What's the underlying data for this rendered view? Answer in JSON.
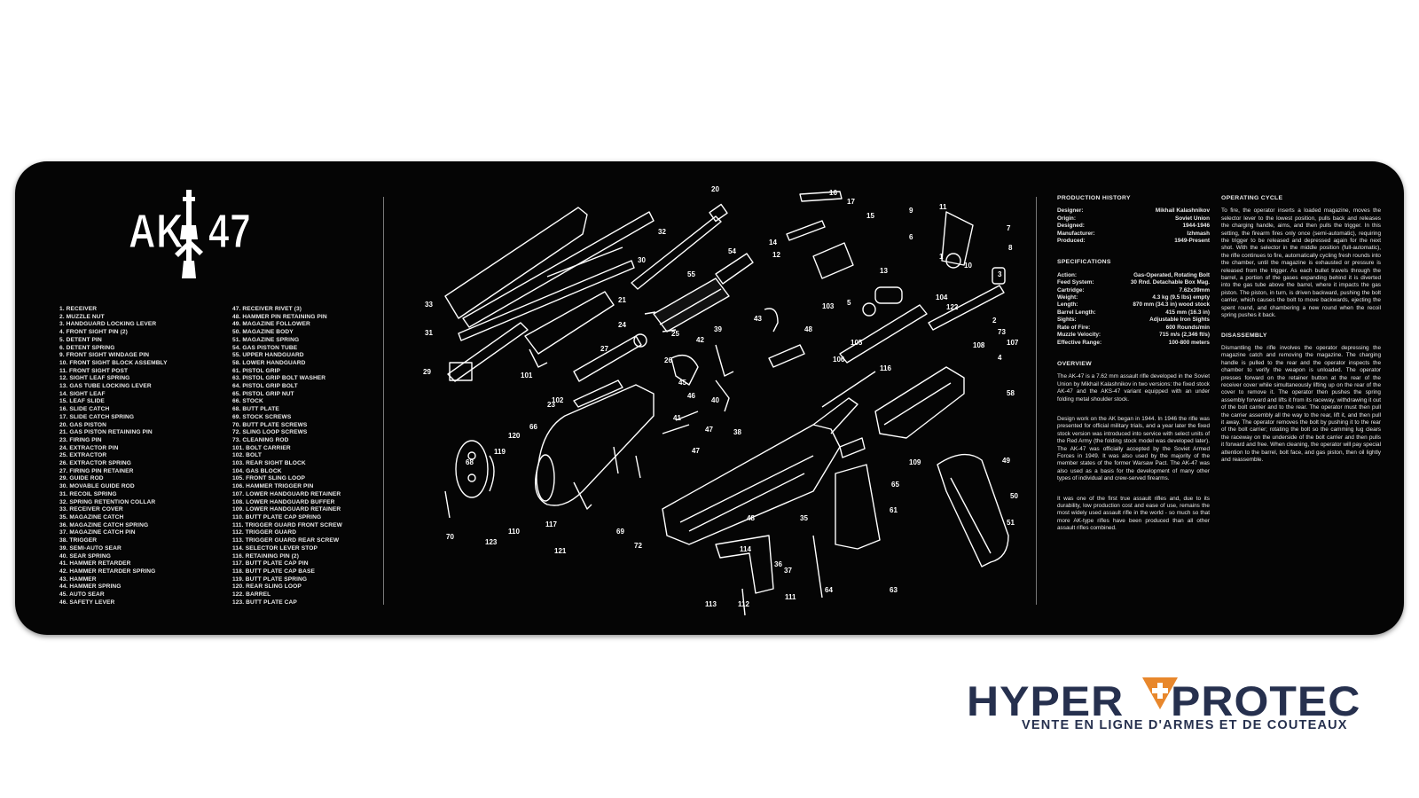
{
  "logo": {
    "left_text": "AK",
    "right_text": "47"
  },
  "parts_left": [
    "1. RECEIVER",
    "2. MUZZLE NUT",
    "3. HANDGUARD LOCKING LEVER",
    "4. FRONT SIGHT PIN (2)",
    "5. DETENT PIN",
    "6. DETENT SPRING",
    "9. FRONT SIGHT WINDAGE PIN",
    "10. FRONT SIGHT BLOCK ASSEMBLY",
    "11. FRONT SIGHT POST",
    "12. SIGHT LEAF SPRING",
    "13. GAS TUBE LOCKING LEVER",
    "14. SIGHT LEAF",
    "15. LEAF SLIDE",
    "16. SLIDE CATCH",
    "17. SLIDE CATCH SPRING",
    "20. GAS PISTON",
    "21. GAS PISTON RETAINING PIN",
    "23. FIRING PIN",
    "24. EXTRACTOR PIN",
    "25. EXTRACTOR",
    "26. EXTRACTOR SPRING",
    "27. FIRING PIN RETAINER",
    "29. GUIDE ROD",
    "30. MOVABLE GUIDE ROD",
    "31. RECOIL SPRING",
    "32. SPRING RETENTION COLLAR",
    "33. RECEIVER COVER",
    "35. MAGAZINE CATCH",
    "36. MAGAZINE CATCH SPRING",
    "37. MAGAZINE CATCH PIN",
    "38. TRIGGER",
    "39. SEMI-AUTO SEAR",
    "40. SEAR SPRING",
    "41. HAMMER RETARDER",
    "42. HAMMER RETARDER SPRING",
    "43. HAMMER",
    "44. HAMMER SPRING",
    "45. AUTO SEAR",
    "46. SAFETY LEVER"
  ],
  "parts_right": [
    "47. RECEIVER RIVET (3)",
    "48. HAMMER PIN RETAINING PIN",
    "49. MAGAZINE FOLLOWER",
    "50. MAGAZINE BODY",
    "51. MAGAZINE SPRING",
    "54. GAS PISTON TUBE",
    "55. UPPER HANDGUARD",
    "58. LOWER HANDGUARD",
    "61. PISTOL GRIP",
    "63. PISTOL GRIP BOLT WASHER",
    "64. PISTOL GRIP BOLT",
    "65. PISTOL GRIP NUT",
    "66. STOCK",
    "68. BUTT PLATE",
    "69. STOCK SCREWS",
    "70. BUTT PLATE SCREWS",
    "72. SLING LOOP SCREWS",
    "73. CLEANING ROD",
    "101. BOLT CARRIER",
    "102. BOLT",
    "103. REAR SIGHT BLOCK",
    "104. GAS BLOCK",
    "105. FRONT SLING LOOP",
    "106. HAMMER TRIGGER PIN",
    "107. LOWER HANDGUARD RETAINER",
    "108. LOWER HANDGUARD BUFFER",
    "109. LOWER HANDGUARD RETAINER",
    "110. BUTT PLATE CAP SPRING",
    "111. TRIGGER GUARD FRONT SCREW",
    "112. TRIGGER GUARD",
    "113. TRIGGER GUARD  REAR SCREW",
    "114. SELECTOR LEVER STOP",
    "116. RETAINING PIN (2)",
    "117. BUTT PLATE CAP PIN",
    "118. BUTT PLATE CAP BASE",
    "119. BUTT PLATE SPRING",
    "120. REAR SLING LOOP",
    "122. BARREL",
    "123. BUTT PLATE CAP"
  ],
  "production_history": {
    "title": "PRODUCTION HISTORY",
    "rows": [
      {
        "label": "Designer:",
        "value": "Mikhail Kalashnikov"
      },
      {
        "label": "Origin:",
        "value": "Soviet Union"
      },
      {
        "label": "Designed:",
        "value": "1944-1946"
      },
      {
        "label": "Manufacturer:",
        "value": "Izhmash"
      },
      {
        "label": "Produced:",
        "value": "1949-Present"
      }
    ]
  },
  "specifications": {
    "title": "SPECIFICATIONS",
    "rows": [
      {
        "label": "Action:",
        "value": "Gas-Operated, Rotating Bolt"
      },
      {
        "label": "Feed System:",
        "value": "30 Rnd. Detachable Box Mag."
      },
      {
        "label": "Cartridge:",
        "value": "7.62x39mm"
      },
      {
        "label": "Weight:",
        "value": "4.3 kg (9.5 lbs) empty"
      },
      {
        "label": "Length:",
        "value": "870 mm (34.3 in) wood stock"
      },
      {
        "label": "Barrel Length:",
        "value": "415 mm (16.3 in)"
      },
      {
        "label": "Sights:",
        "value": "Adjustable Iron Sights"
      },
      {
        "label": "Rate of Fire:",
        "value": "600 Rounds/min"
      },
      {
        "label": "Muzzle Velocity:",
        "value": "715 m/s (2,346 ft/s)"
      },
      {
        "label": "Effective Range:",
        "value": "100-800 meters"
      }
    ]
  },
  "overview": {
    "title": "OVERVIEW",
    "paragraphs": [
      "The AK-47 is a 7.62 mm assault rifle developed in the Soviet Union by Mikhail Kalashnikov in two versions: the fixed stock AK-47 and the AKS-47 variant equipped with an under folding metal shoulder stock.",
      "Design work on the AK began in 1944. In 1946 the rifle was presented for official military trials, and a year later the fixed stock version was introduced into service with select units of the Red Army (the folding stock model was developed later). The AK-47 was officially accepted by the Soviet Armed Forces in 1949. It was also used by the majority of the member states of the former Warsaw Pact. The AK-47 was also used as a basis for the development of many other types of individual and crew-served firearms.",
      "It was one of the first true assault rifles and, due to its durability, low production cost and ease of use, remains the most widely used assault rifle in the world - so much so that more AK-type rifles have been produced than all other assault rifles combined."
    ]
  },
  "operating_cycle": {
    "title": "OPERATING CYCLE",
    "text": "To fire, the operator inserts a loaded magazine, moves the selector lever to the lowest position, pulls back and releases the charging handle, aims, and then pulls the trigger. In this setting, the firearm fires only once (semi-automatic), requiring the trigger to be released and depressed again for the next shot. With the selector in the middle position (full-automatic), the rifle continues to fire, automatically cycling fresh rounds into the chamber, until the magazine is exhausted or pressure is released from the trigger. As each bullet travels through the barrel, a portion of the gases expanding behind it is diverted into the gas tube above the barrel, where it impacts the gas piston. The piston, in turn, is driven backward, pushing the bolt carrier, which causes the bolt to move backwards, ejecting the spent round, and chambering a new round when the recoil spring pushes it back."
  },
  "disassembly": {
    "title": "DISASSEMBLY",
    "text": "Dismantling the rifle involves the operator depressing the magazine catch and removing the magazine. The charging handle is pulled to the rear and the operator inspects the chamber to verify the weapon is unloaded. The operator presses forward on the retainer button at the rear of the receiver cover while simultaneously lifting up on the rear of the cover to remove it. The operator then pushes the spring assembly forward and lifts it from its raceway, withdrawing it out of the bolt carrier and to the rear. The operator must then pull the carrier assembly all the way to the rear, lift it, and then pull it away. The operator removes the bolt by pushing it to the rear of the bolt carrier; rotating the bolt so the camming lug clears the raceway on the underside of the bolt carrier and then pulls it forward and free. When cleaning, the operator will pay special attention to the barrel, bolt face, and gas piston, then oil lightly and reassemble."
  },
  "diagram_callouts": [
    "1",
    "2",
    "3",
    "4",
    "5",
    "6",
    "7",
    "8",
    "9",
    "10",
    "11",
    "12",
    "13",
    "14",
    "15",
    "16",
    "17",
    "20",
    "21",
    "23",
    "24",
    "25",
    "26",
    "27",
    "29",
    "30",
    "31",
    "32",
    "33",
    "35",
    "36",
    "37",
    "38",
    "39",
    "40",
    "41",
    "42",
    "43",
    "45",
    "46",
    "47",
    "47",
    "48",
    "48",
    "49",
    "50",
    "51",
    "54",
    "55",
    "58",
    "61",
    "63",
    "64",
    "65",
    "66",
    "68",
    "69",
    "70",
    "72",
    "73",
    "101",
    "102",
    "103",
    "104",
    "105",
    "106",
    "107",
    "108",
    "109",
    "110",
    "111",
    "112",
    "113",
    "114",
    "116",
    "117",
    "119",
    "120",
    "121",
    "122",
    "123"
  ],
  "brand": {
    "name_left": "HYPER",
    "name_right": "PROTEC",
    "tagline": "VENTE EN LIGNE D'ARMES ET DE COUTEAUX",
    "color": "#26304e",
    "accent": "#e8872c"
  }
}
